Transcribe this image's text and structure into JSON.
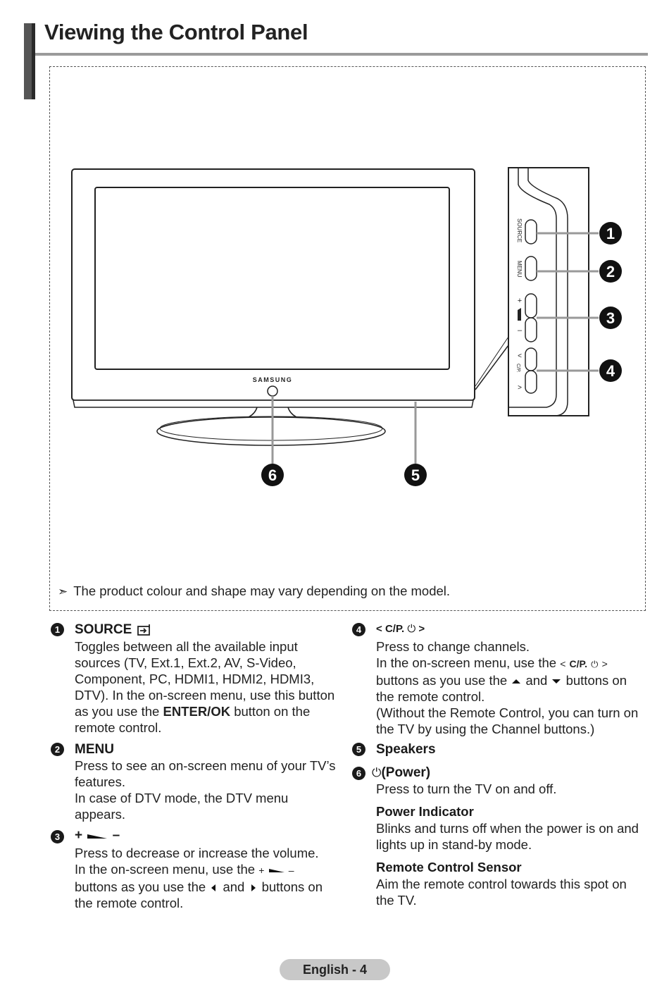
{
  "page": {
    "title": "Viewing the Control Panel",
    "note": "The product colour and shape may vary depending on the model.",
    "footer": "English - 4"
  },
  "figure": {
    "brand": "SAMSUNG",
    "side_labels": {
      "source": "SOURCE",
      "menu": "MENU",
      "vol_plus": "+",
      "vol_minus": "–",
      "ch": "C/P."
    },
    "callouts": [
      "1",
      "2",
      "3",
      "4",
      "5",
      "6"
    ]
  },
  "items": {
    "source": {
      "num": "1",
      "head": "SOURCE",
      "lines": [
        "Toggles between all the available input",
        "sources (TV, Ext.1, Ext.2, AV, S-Video,",
        "Component, PC, HDMI1, HDMI2, HDMI3,",
        "DTV). In the on-screen menu, use this button"
      ],
      "line5_pre": "as you use the ",
      "line5_bold": "ENTER/OK",
      "line5_post": " button on the",
      "line6": "remote control."
    },
    "menu": {
      "num": "2",
      "head": "MENU",
      "lines": [
        "Press to see an on-screen menu of your TV’s",
        "features.",
        "In case of DTV mode, the DTV menu",
        "appears."
      ]
    },
    "volume": {
      "num": "3",
      "head_plus": "+",
      "head_minus": "–",
      "line1": "Press to decrease or increase the volume.",
      "line2_pre": "In the on-screen menu, use the",
      "line3_pre": "buttons as you use the",
      "line3_mid": "and",
      "line3_post": "buttons on",
      "line4": "the remote control."
    },
    "channel": {
      "num": "4",
      "head": "C/P.",
      "line1": "Press to change channels.",
      "line2_pre": "In the on-screen menu, use the",
      "line2_ch": "C/P.",
      "line3_pre": "buttons  as you use the",
      "line3_mid": "and",
      "line3_post": "buttons on",
      "line4": "the remote control.",
      "line5": "(Without the Remote Control, you can turn on",
      "line6": "the TV by using the Channel buttons.)"
    },
    "speakers": {
      "num": "5",
      "head": "Speakers"
    },
    "power": {
      "num": "6",
      "head": "(Power)",
      "line1": "Press to turn the TV on and off.",
      "indicator_head": "Power Indicator",
      "indicator_lines": [
        "Blinks and turns off when the power is on and",
        "lights up in stand-by mode."
      ],
      "sensor_head": "Remote Control Sensor",
      "sensor_lines": [
        "Aim the remote control towards this spot on",
        "the TV."
      ]
    }
  }
}
